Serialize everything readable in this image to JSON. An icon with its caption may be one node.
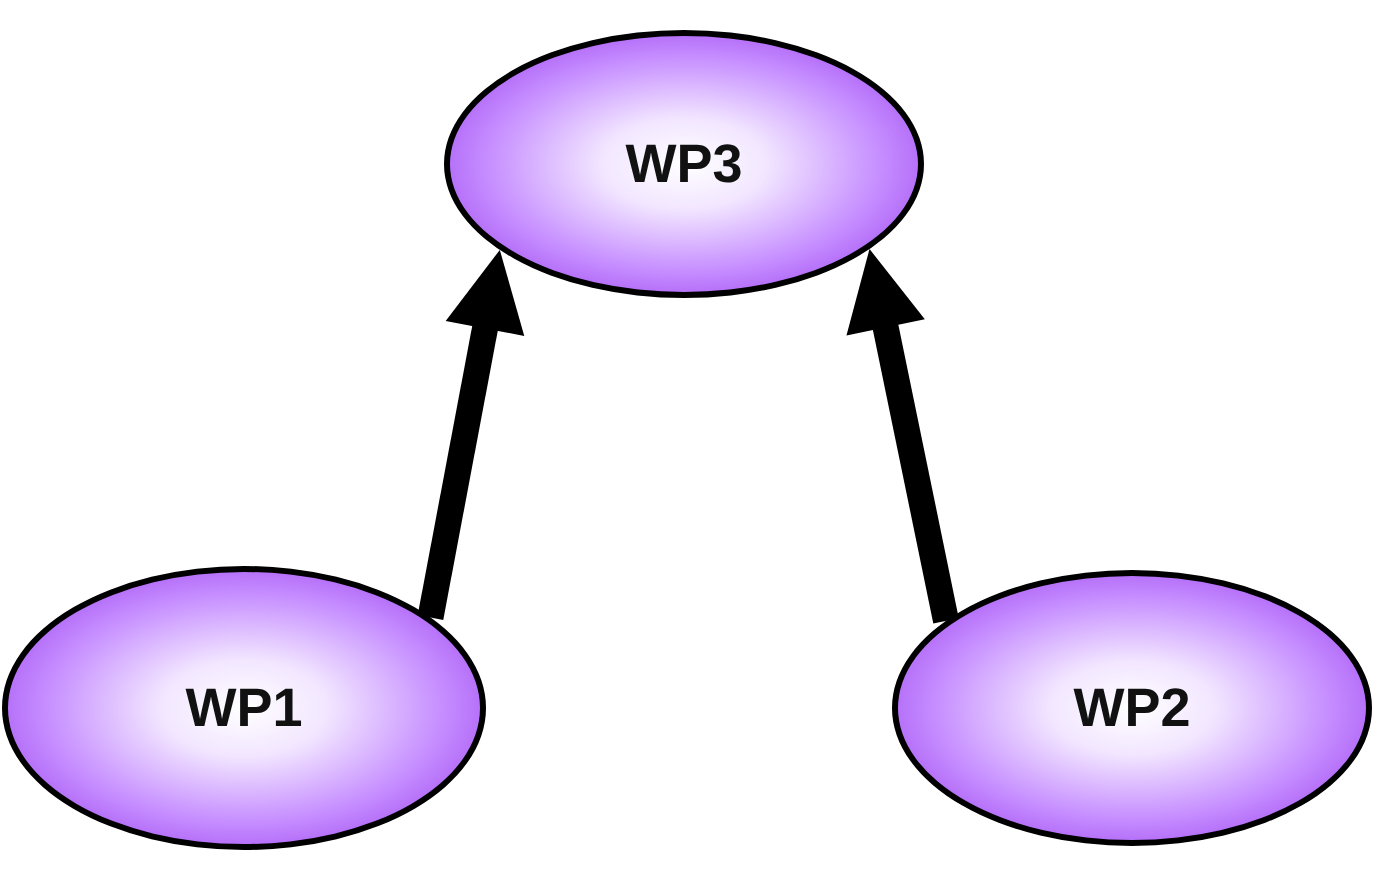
{
  "diagram": {
    "nodes": [
      {
        "text": [
          "WP3"
        ]
      },
      {
        "text": [
          "WP1"
        ]
      },
      {
        "text": [
          "WP2"
        ]
      }
    ],
    "edges": [
      {
        "from": 1,
        "to": 0,
        "arrow": "to"
      },
      {
        "from": 2,
        "to": 0,
        "arrow": "to"
      }
    ]
  }
}
